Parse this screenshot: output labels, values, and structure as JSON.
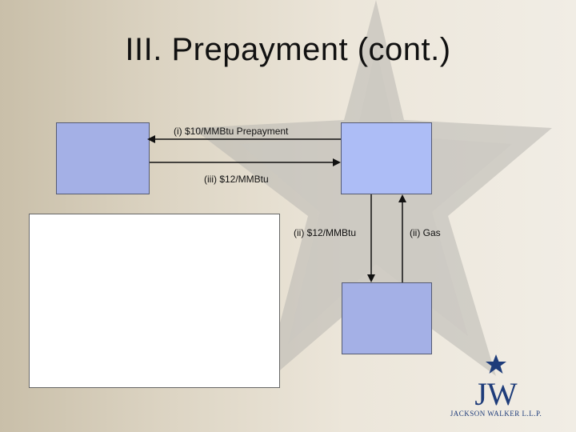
{
  "slide": {
    "title": "III. Prepayment (cont.)"
  },
  "diagram": {
    "arrow_labels": {
      "prepayment": "(i)  $10/MMBtu Prepayment",
      "payment_back": "(iii)  $12/MMBtu",
      "payment_down": "(ii)  $12/MMBtu",
      "gas_up": "(ii)  Gas"
    }
  },
  "logo": {
    "monogram": "JW",
    "name": "JACKSON WALKER L.L.P."
  },
  "colors": {
    "box_fill": "#a4b0e6",
    "box_fill_light": "#adbdf6",
    "logo_blue": "#1e3c7a"
  }
}
